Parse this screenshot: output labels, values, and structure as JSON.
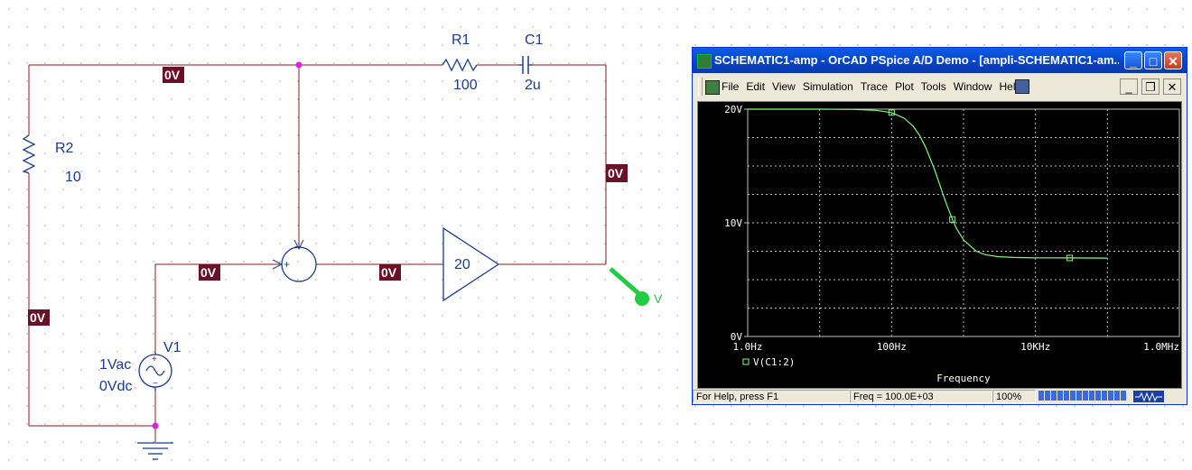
{
  "schematic": {
    "net_voltage": "0V",
    "components": {
      "r1": {
        "name": "R1",
        "value": "100"
      },
      "c1": {
        "name": "C1",
        "value": "2u"
      },
      "r2": {
        "name": "R2",
        "value": "10"
      },
      "v1": {
        "name": "V1",
        "ac": "1Vac",
        "dc": "0Vdc"
      },
      "gain": {
        "value": "20"
      },
      "summer": {
        "minus": "−",
        "plus": "+"
      },
      "probe": {
        "label": "V"
      }
    }
  },
  "window": {
    "title": "SCHEMATIC1-amp - OrCAD PSpice A/D Demo  - [ampli-SCHEMATIC1-am...",
    "buttons": {
      "minimize": "_",
      "maximize": "□",
      "close": "✕"
    },
    "menu": [
      "File",
      "Edit",
      "View",
      "Simulation",
      "Trace",
      "Plot",
      "Tools",
      "Window",
      "Help"
    ],
    "mdi_buttons": {
      "minimize": "_",
      "restore": "❐",
      "close": "✕"
    },
    "status": {
      "help": "For Help, press F1",
      "freq": "Freq = 100.0E+03",
      "zoom": "100%",
      "progress_fraction": 1.0
    },
    "icons": [
      "app-icon",
      "doc-icon",
      "toolbar-icon",
      "waveform-icon"
    ]
  },
  "chart_data": {
    "type": "line",
    "xlabel": "Frequency",
    "ylabel": "",
    "x_scale": "log",
    "xlim": [
      1.0,
      1000000
    ],
    "ylim": [
      0,
      20
    ],
    "x_tick_labels": [
      "1.0Hz",
      "100Hz",
      "10KHz",
      "1.0MHz"
    ],
    "x_tick_values": [
      1,
      100,
      10000,
      1000000
    ],
    "y_tick_labels": [
      "0V",
      "10V",
      "20V"
    ],
    "y_tick_values": [
      0,
      10,
      20
    ],
    "grid": true,
    "legend": "bottom-left",
    "colors": {
      "trace": "#7cfc7c",
      "grid": "#c0c0c0",
      "background": "#000000"
    },
    "series": [
      {
        "name": "V(C1:2)",
        "x": [
          10,
          30,
          60,
          100,
          150,
          200,
          250,
          300,
          400,
          500,
          600,
          700,
          800,
          1000,
          1500,
          2000,
          3000,
          5000,
          10000,
          30000,
          100000
        ],
        "y": [
          20.0,
          19.98,
          19.9,
          19.7,
          19.2,
          18.5,
          17.6,
          16.6,
          14.6,
          12.8,
          11.4,
          10.3,
          9.5,
          8.5,
          7.5,
          7.2,
          7.02,
          6.95,
          6.92,
          6.91,
          6.9
        ],
        "markers_x": [
          100,
          700,
          30000
        ]
      }
    ]
  }
}
